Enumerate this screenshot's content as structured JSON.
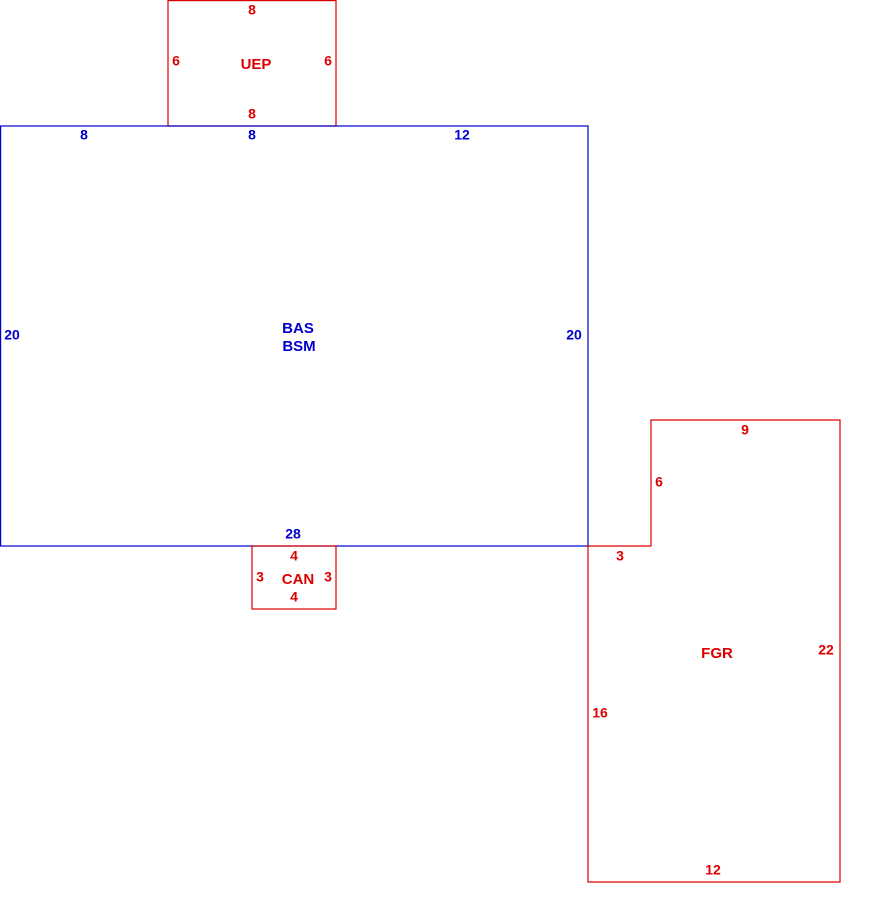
{
  "colors": {
    "main": "#0000cc",
    "addition": "#dd0000",
    "background": "#ffffff"
  },
  "areas": {
    "uep": {
      "code": "UEP",
      "dims": {
        "top": "8",
        "bottom": "8",
        "left": "6",
        "right": "6"
      }
    },
    "bas": {
      "codes": [
        "BAS",
        "BSM"
      ],
      "dims": {
        "top_left": "8",
        "top_mid": "8",
        "top_right": "12",
        "left": "20",
        "right": "20",
        "bottom": "28"
      }
    },
    "can": {
      "code": "CAN",
      "dims": {
        "top": "4",
        "bottom": "4",
        "left": "3",
        "right": "3"
      }
    },
    "fgr": {
      "code": "FGR",
      "dims": {
        "top": "9",
        "step_vertical": "6",
        "step_horizontal": "3",
        "left": "16",
        "right": "22",
        "bottom": "12"
      }
    }
  }
}
